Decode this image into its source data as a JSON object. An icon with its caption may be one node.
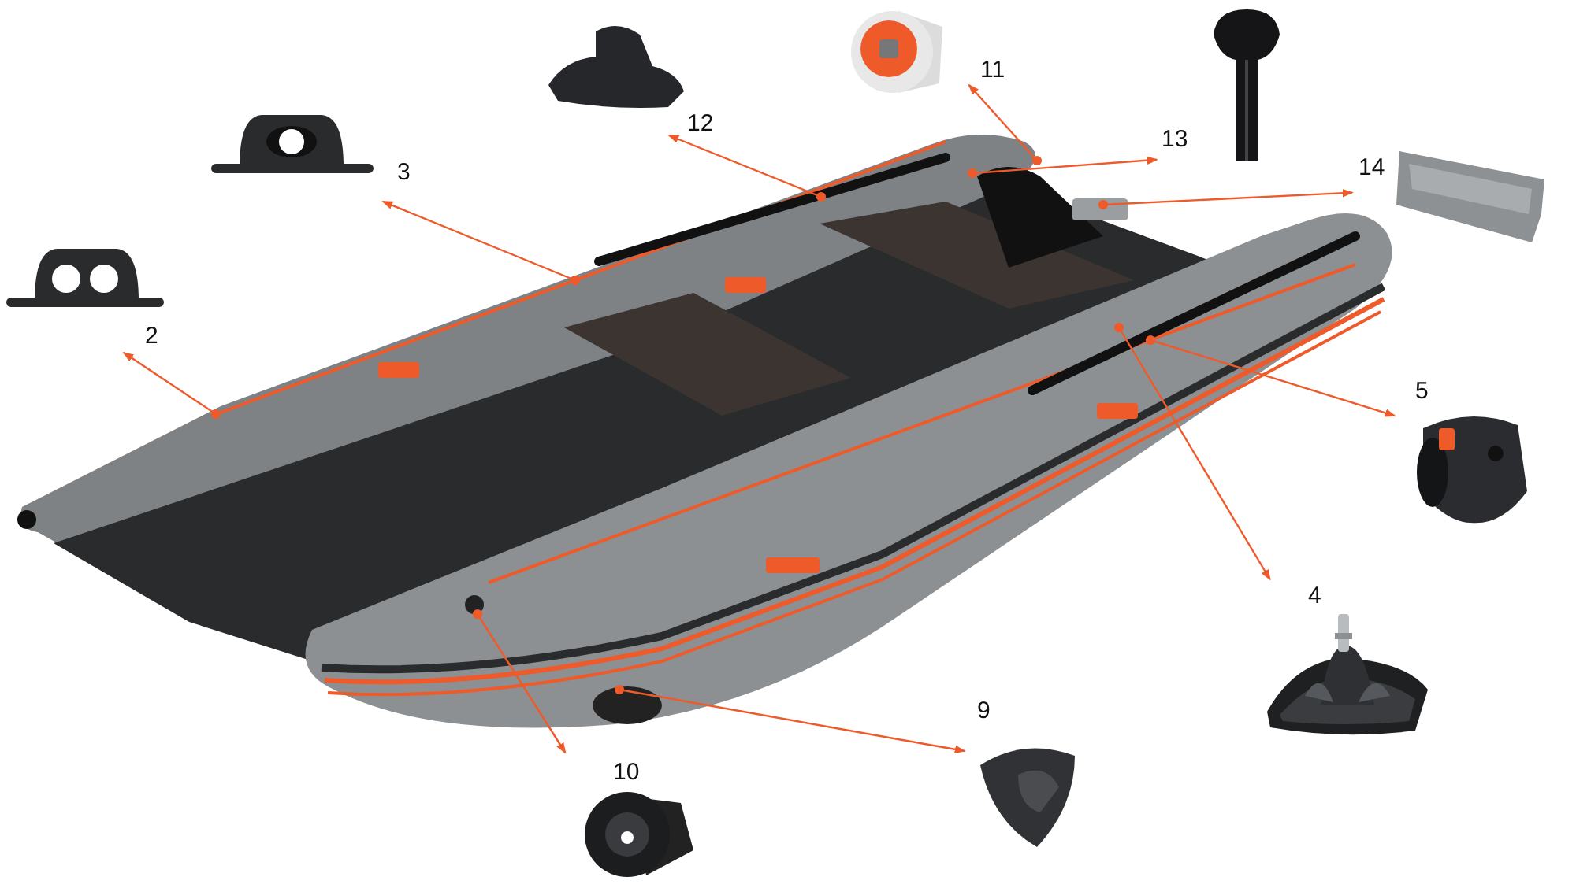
{
  "diagram": {
    "nodes": [
      {
        "text": [],
        "shape": "picture",
        "beside": [
          "2"
        ]
      },
      {
        "text": [],
        "shape": "picture",
        "beside": [
          "3"
        ]
      },
      {
        "text": [],
        "shape": "picture",
        "beside": [
          "4"
        ]
      },
      {
        "text": [],
        "shape": "picture",
        "beside": [
          "5"
        ]
      },
      {
        "text": [],
        "shape": "picture",
        "beside": [
          "9"
        ]
      },
      {
        "text": [],
        "shape": "picture",
        "beside": [
          "10"
        ]
      },
      {
        "text": [],
        "shape": "picture",
        "beside": [
          "11"
        ]
      },
      {
        "text": [],
        "shape": "picture",
        "beside": [
          "12"
        ]
      },
      {
        "text": [],
        "shape": "picture",
        "beside": [
          "13"
        ]
      },
      {
        "text": [],
        "shape": "picture",
        "beside": [
          "14"
        ]
      }
    ],
    "edges": [
      {
        "from": null,
        "to": 0,
        "arrow": "to"
      },
      {
        "from": null,
        "to": 1,
        "arrow": "to"
      },
      {
        "from": null,
        "to": 2,
        "arrow": "to"
      },
      {
        "from": null,
        "to": 3,
        "arrow": "to"
      },
      {
        "from": null,
        "to": 4,
        "arrow": "to"
      },
      {
        "from": null,
        "to": 5,
        "arrow": "to"
      },
      {
        "from": null,
        "to": 6,
        "arrow": "to"
      },
      {
        "from": null,
        "to": 7,
        "arrow": "to"
      },
      {
        "from": null,
        "to": 8,
        "arrow": "to"
      },
      {
        "from": null,
        "to": 9,
        "arrow": "to"
      }
    ]
  }
}
